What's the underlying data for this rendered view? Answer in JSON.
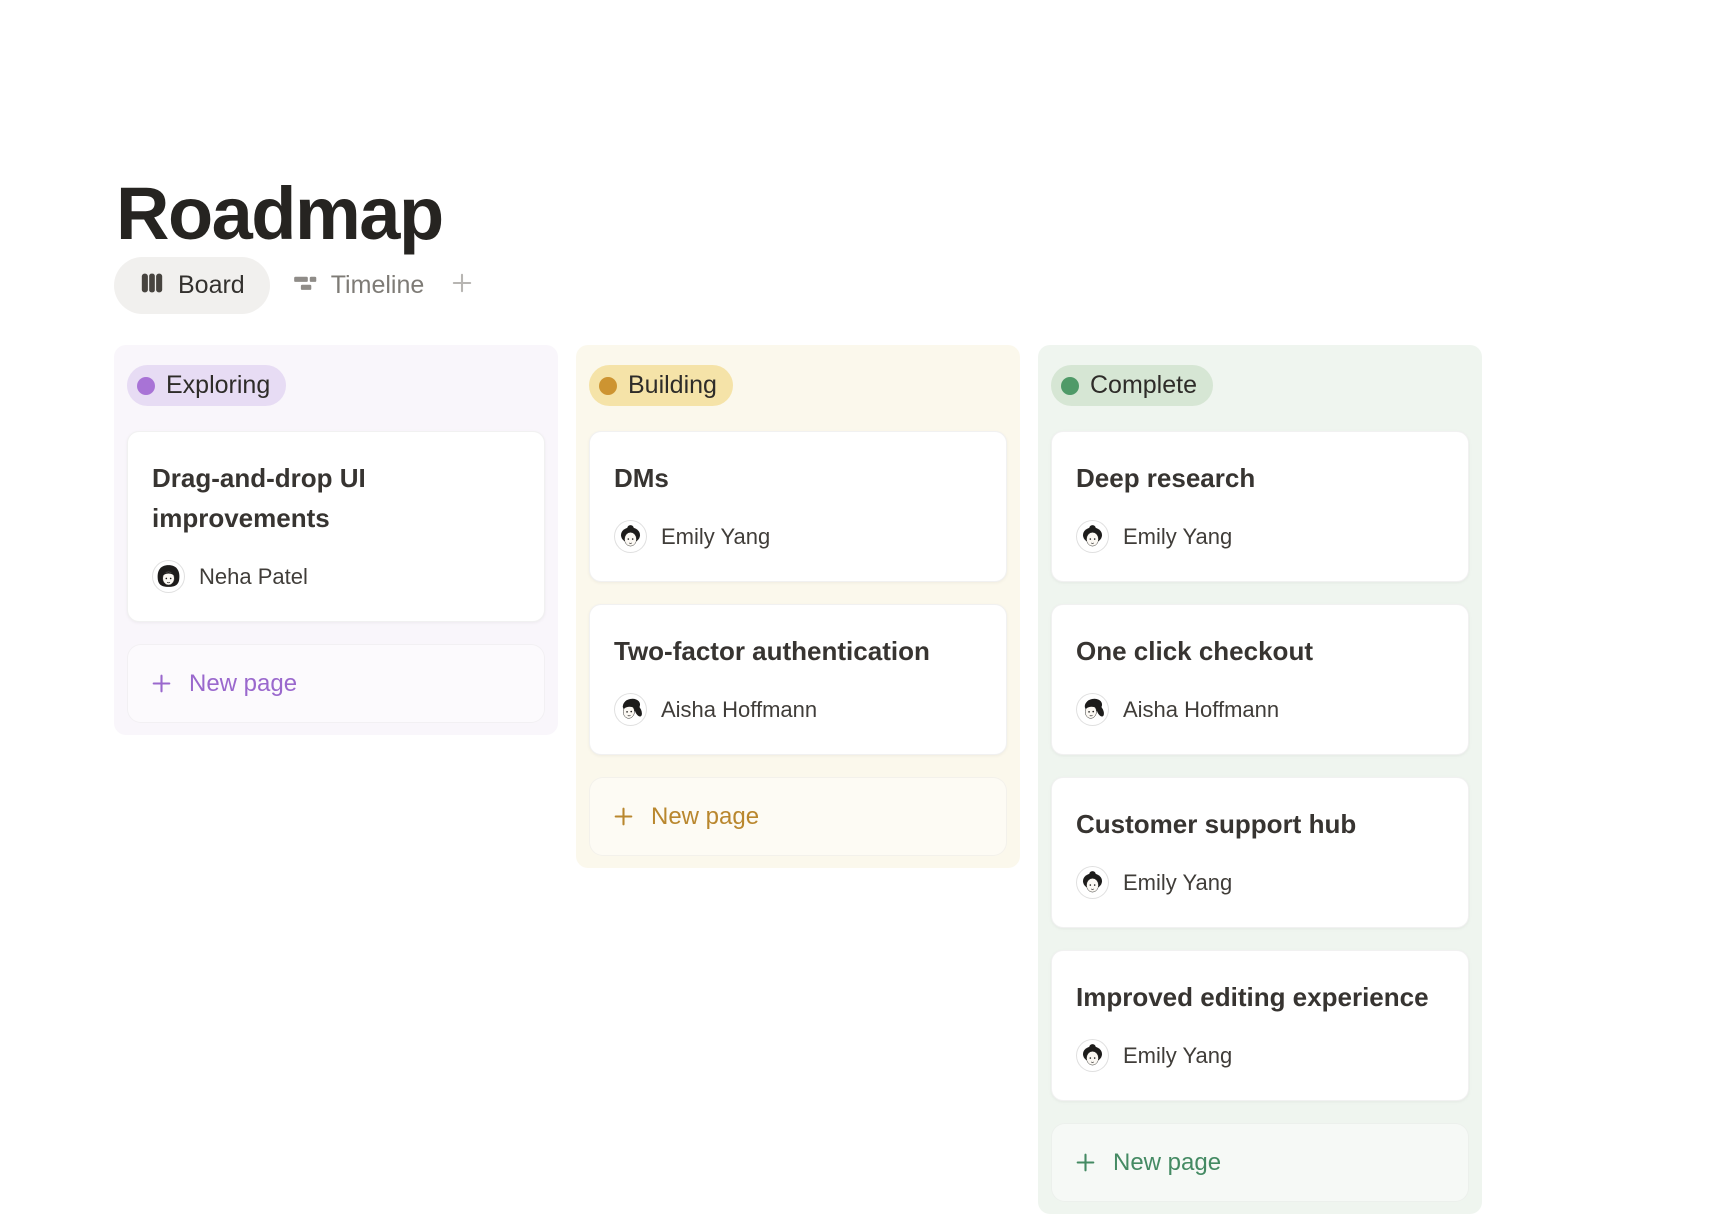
{
  "page": {
    "title": "Roadmap"
  },
  "tabs": [
    {
      "label": "Board",
      "active": true,
      "icon": "board-icon"
    },
    {
      "label": "Timeline",
      "active": false,
      "icon": "timeline-icon"
    }
  ],
  "colors": {
    "exploring": {
      "column_bg": "#f9f6fb",
      "badge_bg": "#e7dcf4",
      "dot": "#a873d6",
      "accent": "#9a68cd"
    },
    "building": {
      "column_bg": "#fbf8ec",
      "badge_bg": "#f5e3a8",
      "dot": "#cd9431",
      "accent": "#b9872e"
    },
    "complete": {
      "column_bg": "#eff5ef",
      "badge_bg": "#d6e6d4",
      "dot": "#4f9a68",
      "accent": "#448a63"
    }
  },
  "columns": [
    {
      "label": "Exploring",
      "new_page_label": "New page",
      "cards": [
        {
          "title": "Drag-and-drop UI improvements",
          "assignee": "Neha Patel"
        }
      ]
    },
    {
      "label": "Building",
      "new_page_label": "New page",
      "cards": [
        {
          "title": "DMs",
          "assignee": "Emily Yang"
        },
        {
          "title": "Two-factor authentication",
          "assignee": "Aisha Hoffmann"
        }
      ]
    },
    {
      "label": "Complete",
      "new_page_label": "New page",
      "cards": [
        {
          "title": "Deep research",
          "assignee": "Emily Yang"
        },
        {
          "title": "One click checkout",
          "assignee": "Aisha Hoffmann"
        },
        {
          "title": "Customer support hub",
          "assignee": "Emily Yang"
        },
        {
          "title": "Improved editing experience",
          "assignee": "Emily Yang"
        }
      ]
    }
  ]
}
